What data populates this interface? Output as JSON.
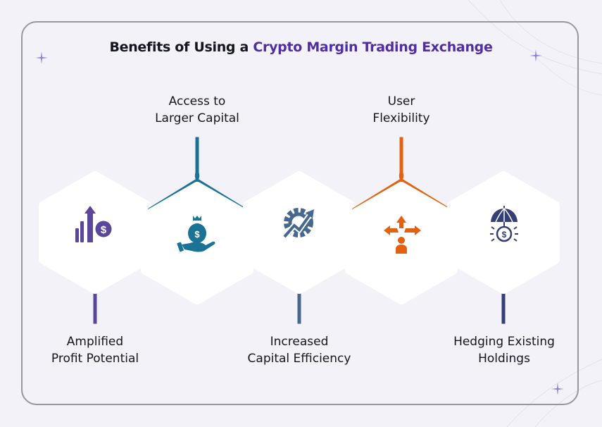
{
  "title": {
    "prefix": "Benefits of Using a ",
    "highlight": "Crypto Margin Trading Exchange"
  },
  "colors": {
    "background": "#f3f2f8",
    "frame_border": "#98969f",
    "title_text": "#15151f",
    "title_accent": "#4f2ea3",
    "sparkle": "#8d7bd6"
  },
  "benefits": [
    {
      "line1": "Amplified",
      "line2": "Profit Potential",
      "icon": "growth-chart-dollar-icon",
      "color": "#5a479a",
      "label_position": "bottom"
    },
    {
      "line1": "Access to",
      "line2": "Larger Capital",
      "icon": "money-bag-hand-icon",
      "color": "#1a7295",
      "label_position": "top"
    },
    {
      "line1": "Increased",
      "line2": "Capital Efficiency",
      "icon": "gear-trend-arrow-icon",
      "color": "#46688c",
      "label_position": "bottom"
    },
    {
      "line1": "User",
      "line2": "Flexibility",
      "icon": "person-directions-arrows-icon",
      "color": "#e4620f",
      "label_position": "top"
    },
    {
      "line1": "Hedging Existing",
      "line2": "Holdings",
      "icon": "umbrella-coin-icon",
      "color": "#353f74",
      "label_position": "bottom"
    }
  ]
}
